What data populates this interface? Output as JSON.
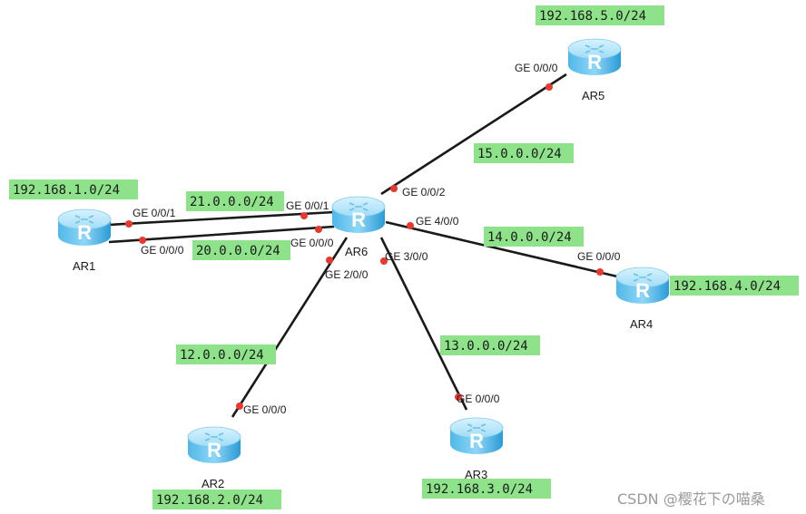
{
  "routers": [
    {
      "id": "AR1",
      "label": "AR1"
    },
    {
      "id": "AR2",
      "label": "AR2"
    },
    {
      "id": "AR3",
      "label": "AR3"
    },
    {
      "id": "AR4",
      "label": "AR4"
    },
    {
      "id": "AR5",
      "label": "AR5"
    },
    {
      "id": "AR6",
      "label": "AR6"
    }
  ],
  "links": [
    {
      "id": "ar1-ar6-a",
      "from": "AR1",
      "to": "AR6",
      "network": "21.0.0.0/24",
      "from_if": "GE 0/0/1",
      "to_if": "GE 0/0/1"
    },
    {
      "id": "ar1-ar6-b",
      "from": "AR1",
      "to": "AR6",
      "network": "20.0.0.0/24",
      "from_if": "GE 0/0/0",
      "to_if": "GE 0/0/0"
    },
    {
      "id": "ar2-ar6",
      "from": "AR2",
      "to": "AR6",
      "network": "12.0.0.0/24",
      "from_if": "GE 0/0/0",
      "to_if": "GE 2/0/0"
    },
    {
      "id": "ar3-ar6",
      "from": "AR3",
      "to": "AR6",
      "network": "13.0.0.0/24",
      "from_if": "GE 0/0/0",
      "to_if": "GE 3/0/0"
    },
    {
      "id": "ar4-ar6",
      "from": "AR4",
      "to": "AR6",
      "network": "14.0.0.0/24",
      "from_if": "GE 0/0/0",
      "to_if": "GE 4/0/0"
    },
    {
      "id": "ar5-ar6",
      "from": "AR5",
      "to": "AR6",
      "network": "15.0.0.0/24",
      "from_if": "GE 0/0/0",
      "to_if": "GE 0/0/2"
    }
  ],
  "lans": {
    "AR1": "192.168.1.0/24",
    "AR2": "192.168.2.0/24",
    "AR3": "192.168.3.0/24",
    "AR4": "192.168.4.0/24",
    "AR5": "192.168.5.0/24"
  },
  "router_icon_letter": "R",
  "watermark": "CSDN @樱花下の喵桑",
  "colors": {
    "label_bg": "#8ee38a",
    "link": "#1a1a1a",
    "port_dot": "#e8382f",
    "router_light": "#bfeaff",
    "router_dark": "#2aa3dc"
  }
}
